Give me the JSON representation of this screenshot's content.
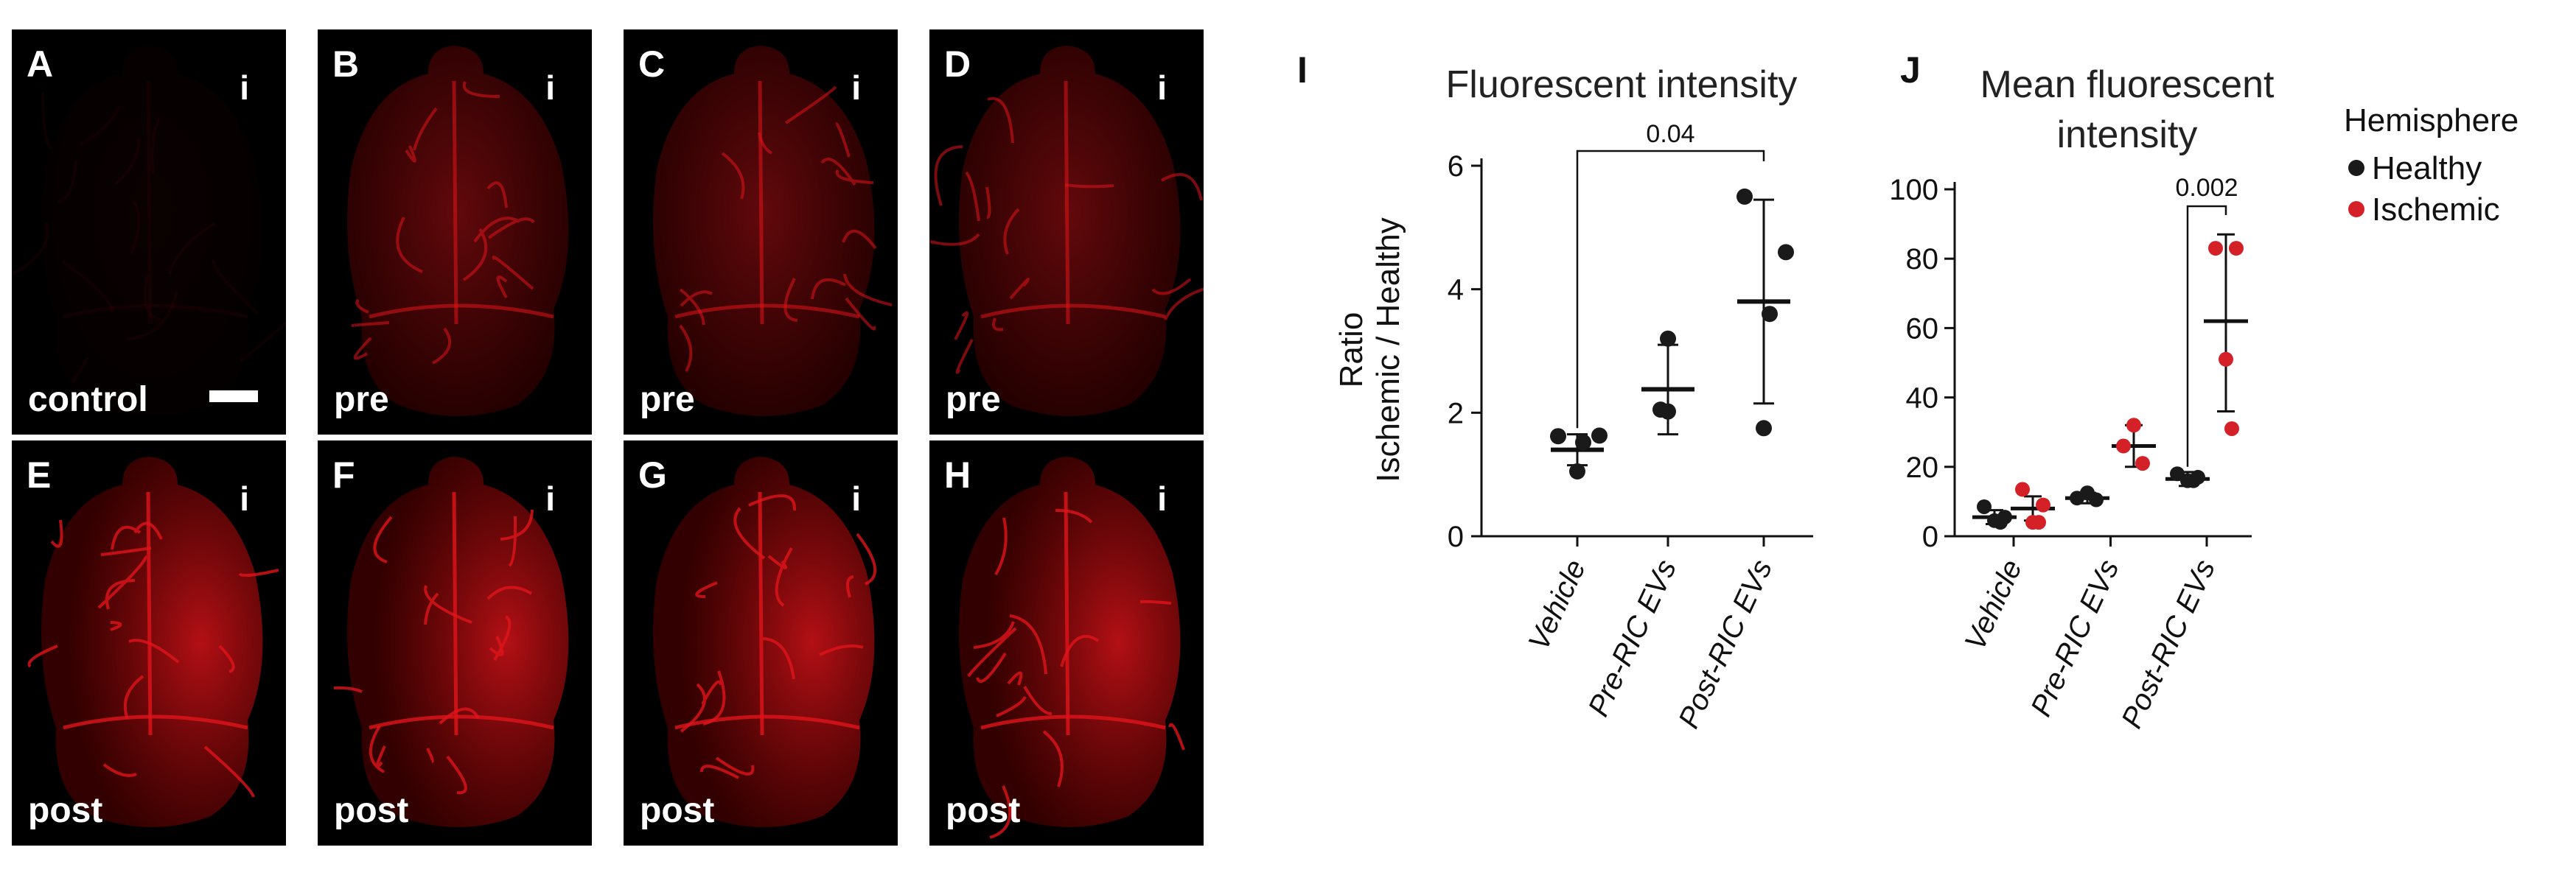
{
  "panels": [
    {
      "letter": "A",
      "condition": "control",
      "hemisphere_mark": "i",
      "scale_bar": true
    },
    {
      "letter": "B",
      "condition": "pre",
      "hemisphere_mark": "i"
    },
    {
      "letter": "C",
      "condition": "pre",
      "hemisphere_mark": "i"
    },
    {
      "letter": "D",
      "condition": "pre",
      "hemisphere_mark": "i"
    },
    {
      "letter": "E",
      "condition": "post",
      "hemisphere_mark": "i"
    },
    {
      "letter": "F",
      "condition": "post",
      "hemisphere_mark": "i"
    },
    {
      "letter": "G",
      "condition": "post",
      "hemisphere_mark": "i"
    },
    {
      "letter": "H",
      "condition": "post",
      "hemisphere_mark": "i"
    }
  ],
  "colors": {
    "healthy": "#1a1a1a",
    "ischemic": "#d42027",
    "fluorescence": "#e0141a"
  },
  "chart_data": [
    {
      "type": "scatter",
      "letter": "I",
      "title": "Fluorescent intensity",
      "ylabel_line1": "Ratio",
      "ylabel_line2": "Ischemic / Healthy",
      "ylim": [
        0,
        6
      ],
      "yticks": [
        0,
        2,
        4,
        6
      ],
      "categories": [
        "Vehicle",
        "Pre-RIC EVs",
        "Post-RIC EVs"
      ],
      "series": [
        {
          "category": "Vehicle",
          "points": [
            1.62,
            1.63,
            1.52,
            1.05
          ],
          "mean": 1.4,
          "sd_low": 1.15,
          "sd_high": 1.65
        },
        {
          "category": "Pre-RIC EVs",
          "points": [
            3.2,
            2.05,
            2.02
          ],
          "mean": 2.38,
          "sd_low": 1.65,
          "sd_high": 3.1
        },
        {
          "category": "Post-RIC EVs",
          "points": [
            5.5,
            4.6,
            3.6,
            1.75
          ],
          "mean": 3.8,
          "sd_low": 2.15,
          "sd_high": 5.45
        }
      ],
      "comparison": {
        "from": "Vehicle",
        "to": "Post-RIC EVs",
        "p": "0.04"
      }
    },
    {
      "type": "scatter",
      "letter": "J",
      "title_line1": "Mean fluorescent",
      "title_line2": "intensity",
      "ylim": [
        0,
        100
      ],
      "yticks": [
        0,
        20,
        40,
        60,
        80,
        100
      ],
      "categories": [
        "Vehicle",
        "Pre-RIC EVs",
        "Post-RIC EVs"
      ],
      "legend": {
        "title": "Hemisphere",
        "items": [
          "Healthy",
          "Ischemic"
        ]
      },
      "series": [
        {
          "name": "Healthy",
          "category": "Vehicle",
          "points": [
            8.5,
            5.5,
            4.5,
            4.0
          ],
          "mean": 5.5,
          "sd_low": 3.5,
          "sd_high": 7.5
        },
        {
          "name": "Ischemic",
          "category": "Vehicle",
          "points": [
            13.5,
            9.0,
            4.0,
            4.0
          ],
          "mean": 8,
          "sd_low": 4.5,
          "sd_high": 11.5
        },
        {
          "name": "Healthy",
          "category": "Pre-RIC EVs",
          "points": [
            12.5,
            11.0,
            10.5
          ],
          "mean": 11,
          "sd_low": 9.5,
          "sd_high": 12.5
        },
        {
          "name": "Ischemic",
          "category": "Pre-RIC EVs",
          "points": [
            32,
            26,
            21
          ],
          "mean": 26,
          "sd_low": 20,
          "sd_high": 32
        },
        {
          "name": "Healthy",
          "category": "Post-RIC EVs",
          "points": [
            18,
            17,
            16,
            16
          ],
          "mean": 16.5,
          "sd_low": 14.5,
          "sd_high": 18.5
        },
        {
          "name": "Ischemic",
          "category": "Post-RIC EVs",
          "points": [
            83,
            83,
            51,
            31
          ],
          "mean": 62,
          "sd_low": 36,
          "sd_high": 87
        }
      ],
      "comparison": {
        "category": "Post-RIC EVs",
        "p": "0.002"
      }
    }
  ]
}
